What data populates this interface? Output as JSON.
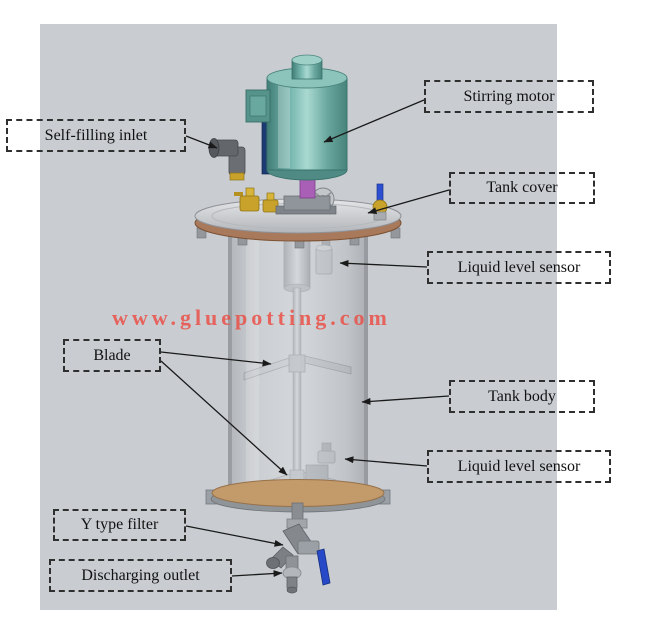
{
  "diagram": {
    "watermark": {
      "text": "www.gluepotting.com"
    },
    "labels": {
      "stirring_motor": "Stirring motor",
      "self_filling_inlet": "Self-filling inlet",
      "tank_cover": "Tank cover",
      "liquid_level_sensor_upper": "Liquid level sensor",
      "blade": "Blade",
      "tank_body": "Tank body",
      "liquid_level_sensor_lower": "Liquid level sensor",
      "y_type_filter": "Y type filter",
      "discharging_outlet": "Discharging outlet"
    },
    "colors": {
      "panel_background": "#c9cdd2",
      "motor_teal": "#6fb0a8",
      "cover_rim_copper": "#a8795a",
      "base_plate_tan": "#c39a6a",
      "brass_fitting": "#c9a22b",
      "valve_handle_blue": "#2b4fd0",
      "watermark_red": "#ec4c42"
    }
  }
}
